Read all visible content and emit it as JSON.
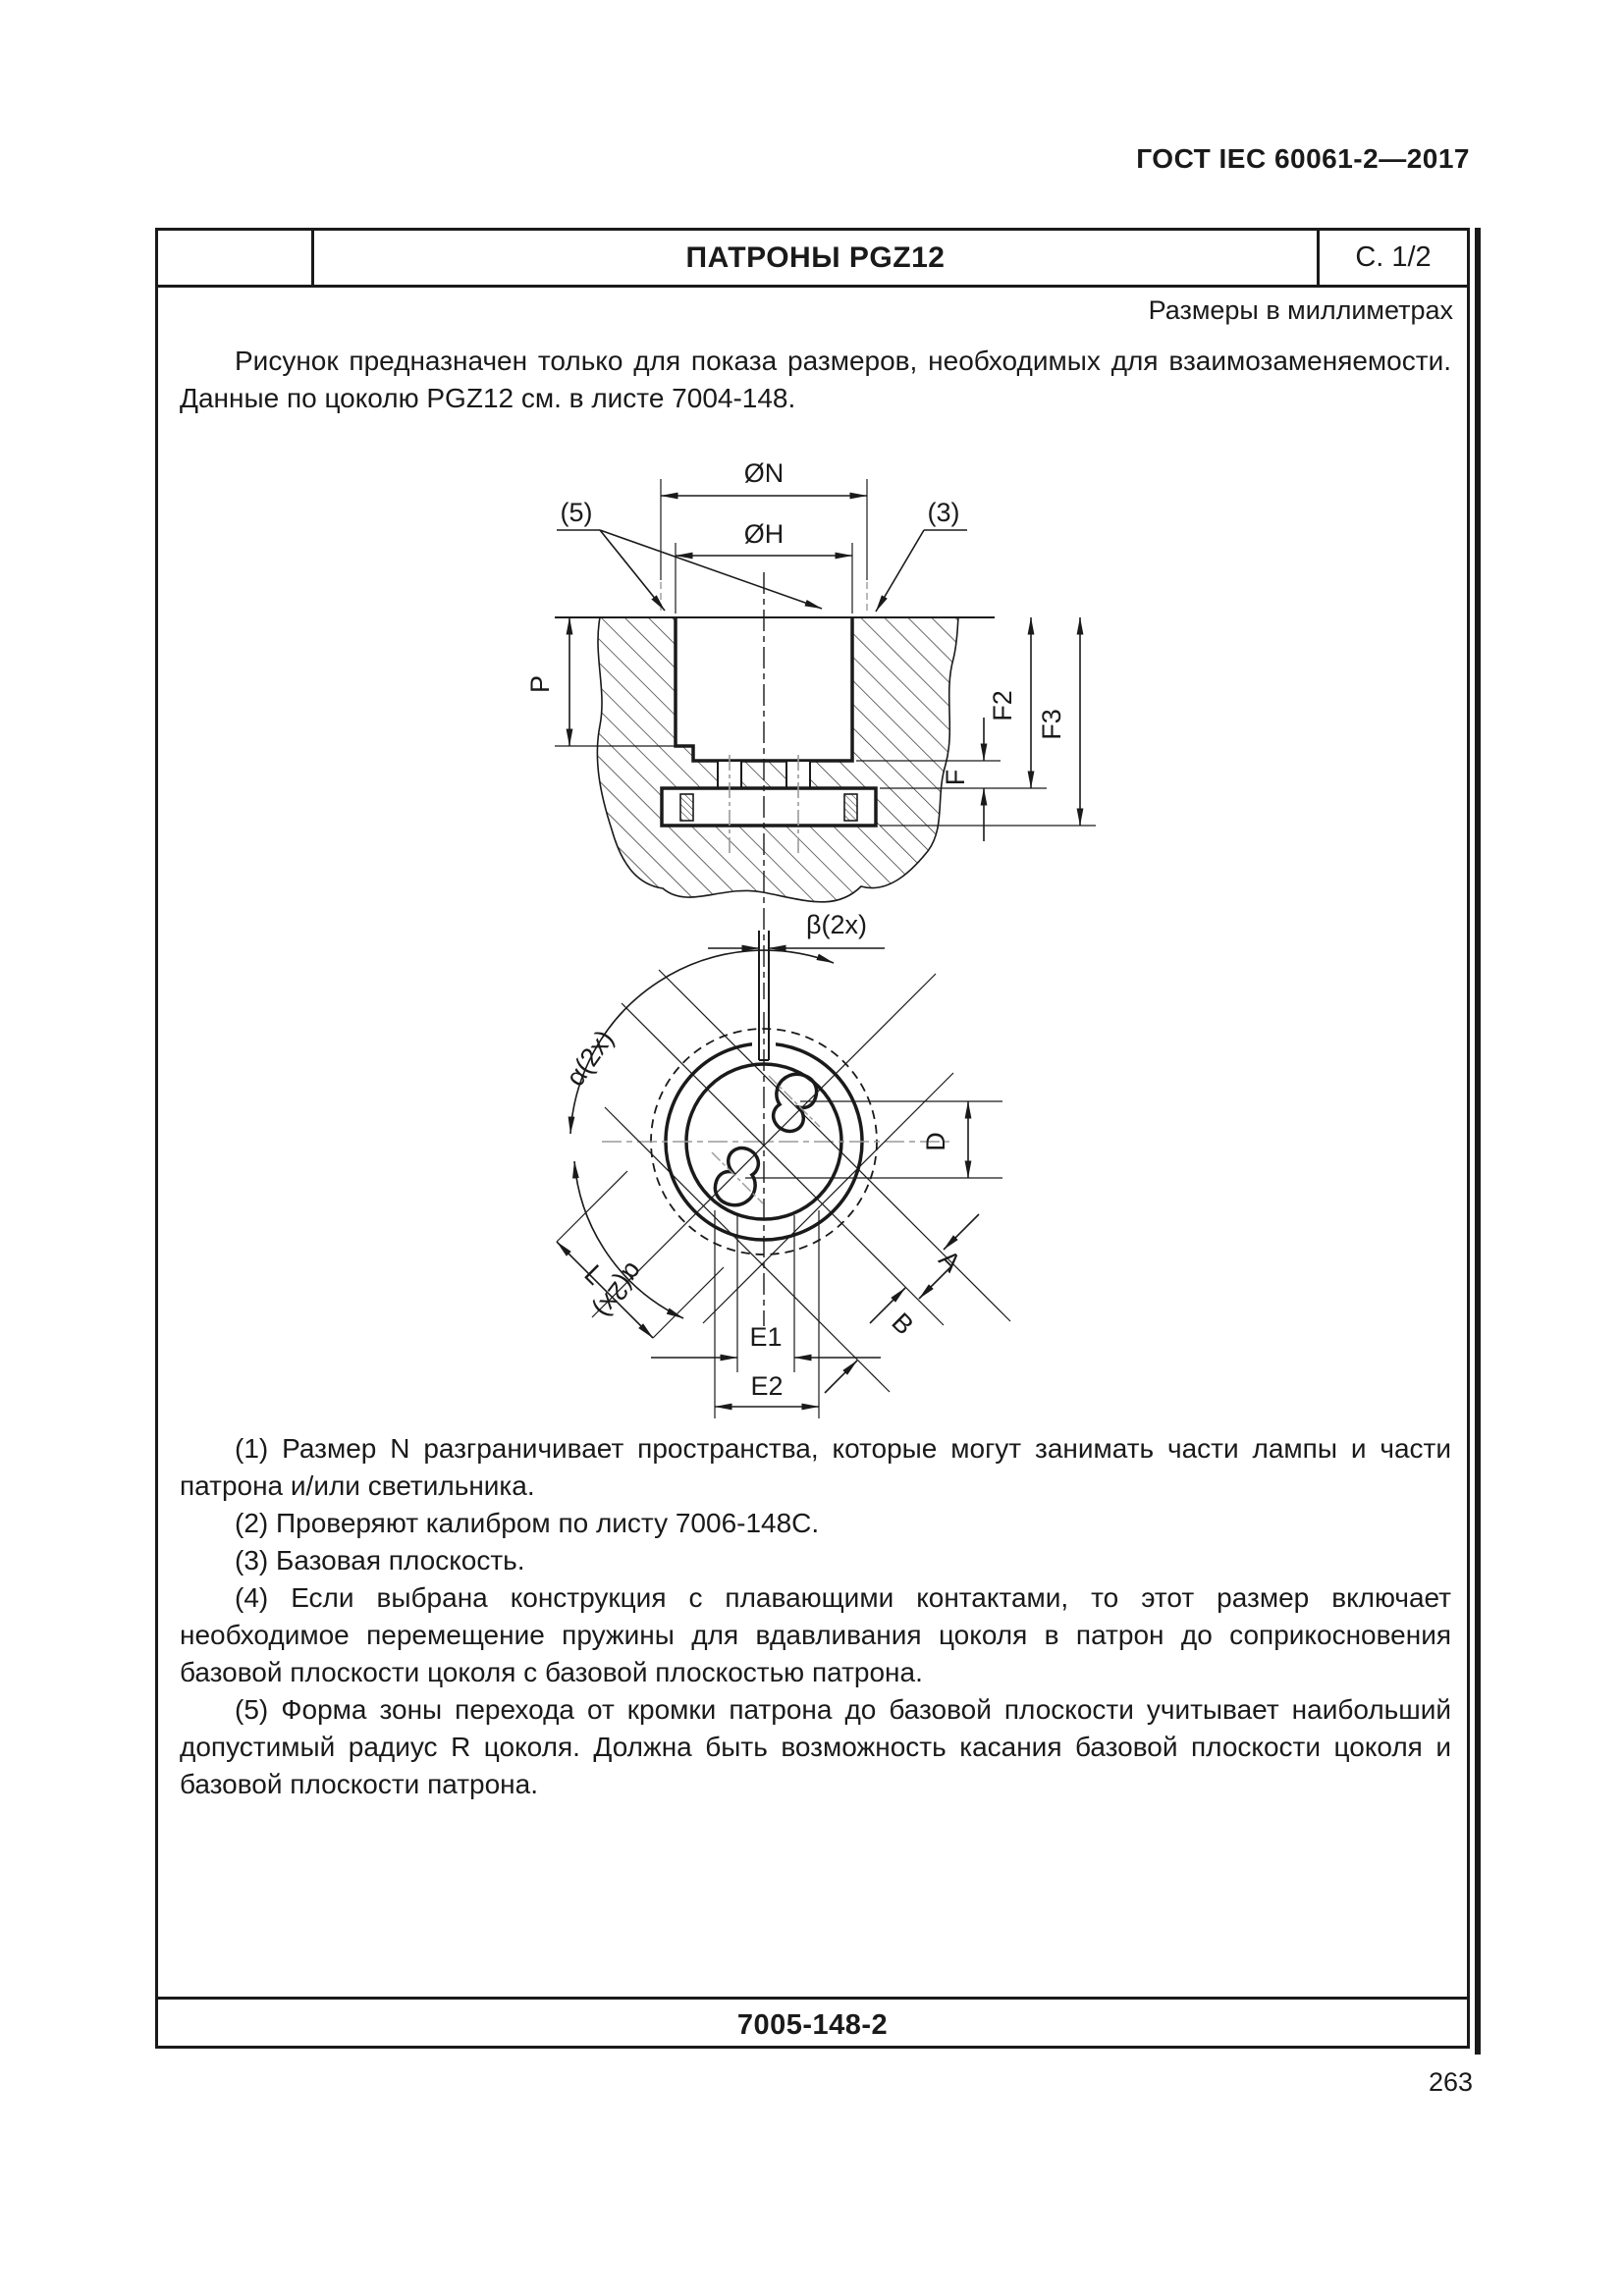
{
  "page": {
    "standard_ref": "ГОСТ IEC 60061-2—2017",
    "page_number": "263"
  },
  "sheet_header": {
    "title": "ПАТРОНЫ PGZ12",
    "page_marker": "С. 1/2"
  },
  "units_note": "Размеры в миллиметрах",
  "intro_text": "Рисунок предназначен только для показа размеров, необходимых для взаимозаменяемости. Данные по цоколю PGZ12 см. в листе 7004-148.",
  "drawing": {
    "labels": {
      "n_dia": "ØN",
      "h_dia": "ØH",
      "ref5": "(5)",
      "ref3": "(3)",
      "p": "P",
      "f2": "F2",
      "f3": "F3",
      "f": "F",
      "beta": "β(2x)",
      "alpha_upper": "α(2x)",
      "alpha_lower": "α(2x)",
      "l": "L",
      "d": "D",
      "a": "A",
      "b": "B",
      "e1": "E1",
      "e2": "E2"
    }
  },
  "notes": [
    "(1) Размер N разграничивает пространства, которые могут занимать части лампы и части патрона и/или светильника.",
    "(2) Проверяют калибром по листу 7006-148C.",
    "(3) Базовая плоскость.",
    "(4) Если выбрана конструкция с плавающими контактами, то этот размер включает необходимое перемещение пружины для вдавливания цоколя в патрон до соприкосновения базовой плоскости цоколя с базовой плоскостью патрона.",
    "(5) Форма зоны перехода от кромки патрона до базовой плоскости учитывает наибольший допустимый радиус R цоколя. Должна быть возможность касания базовой плоскости цоколя и базовой плоскости патрона."
  ],
  "footer": {
    "sheet_ref": "7005-148-2"
  }
}
